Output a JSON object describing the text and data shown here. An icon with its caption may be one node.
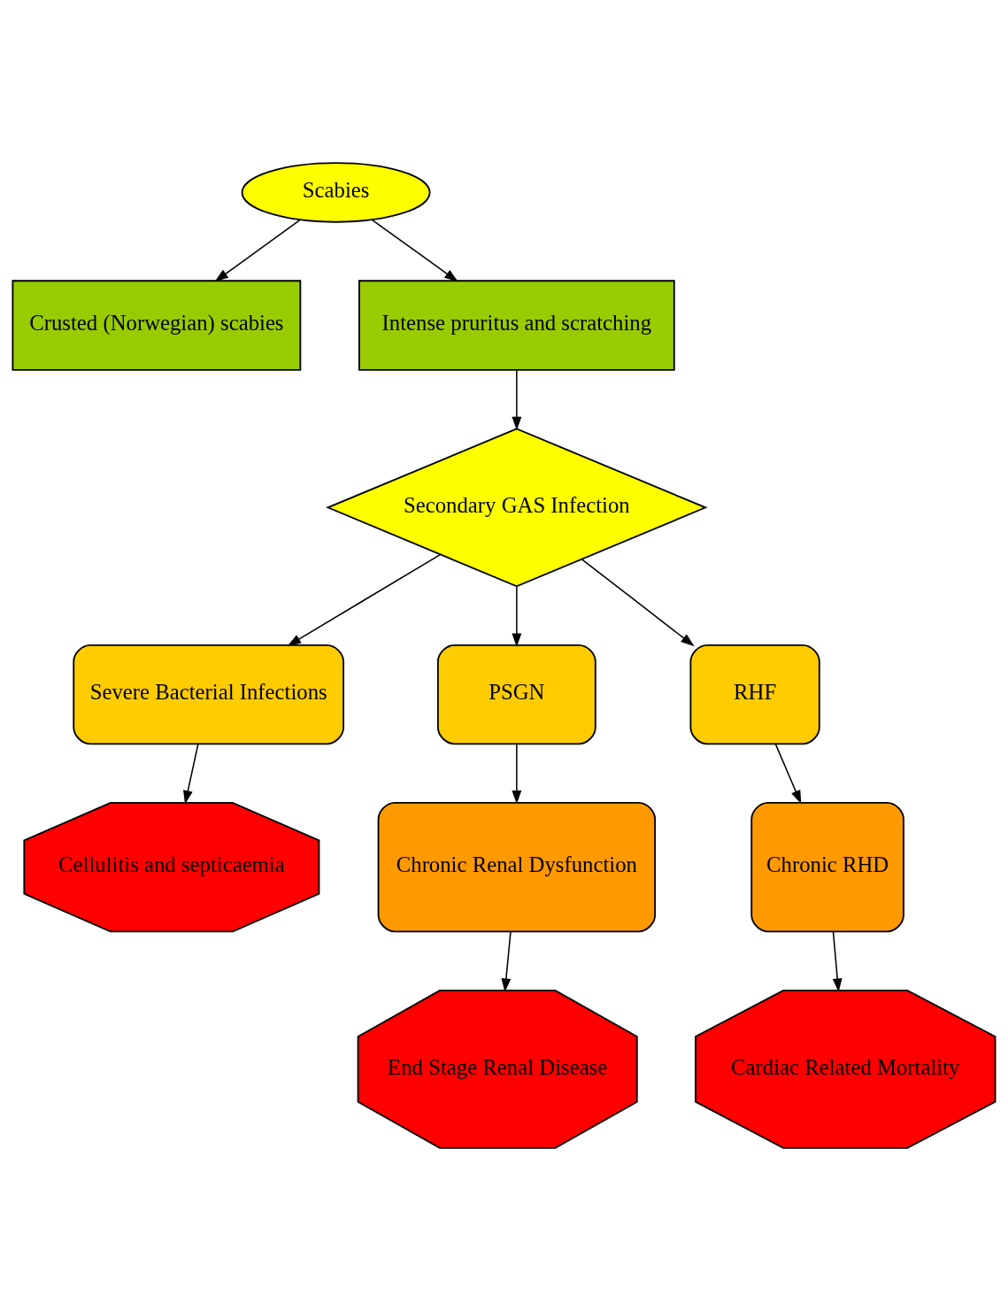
{
  "diagram": {
    "nodes": [
      {
        "text": [
          "Scabies"
        ]
      },
      {
        "text": [
          "Crusted (Norwegian) scabies"
        ]
      },
      {
        "text": [
          "Intense pruritus and scratching"
        ]
      },
      {
        "text": [
          "Secondary GAS Infection"
        ]
      },
      {
        "text": [
          "Severe Bacterial Infections"
        ]
      },
      {
        "text": [
          "PSGN"
        ]
      },
      {
        "text": [
          "RHF"
        ]
      },
      {
        "text": [
          "Cellulitis and septicaemia"
        ]
      },
      {
        "text": [
          "Chronic Renal Dysfunction"
        ]
      },
      {
        "text": [
          "Chronic RHD"
        ]
      },
      {
        "text": [
          "End Stage Renal Disease"
        ]
      },
      {
        "text": [
          "Cardiac Related Mortality"
        ]
      }
    ],
    "edges": [
      {
        "from": 0,
        "to": 1,
        "arrow": "to"
      },
      {
        "from": 0,
        "to": 2,
        "arrow": "to"
      },
      {
        "from": 2,
        "to": 3,
        "arrow": "to"
      },
      {
        "from": 3,
        "to": 4,
        "arrow": "to"
      },
      {
        "from": 3,
        "to": 5,
        "arrow": "to"
      },
      {
        "from": 3,
        "to": 6,
        "arrow": "to"
      },
      {
        "from": 4,
        "to": 7,
        "arrow": "to"
      },
      {
        "from": 5,
        "to": 8,
        "arrow": "to"
      },
      {
        "from": 6,
        "to": 9,
        "arrow": "to"
      },
      {
        "from": 8,
        "to": 10,
        "arrow": "to"
      },
      {
        "from": 9,
        "to": 11,
        "arrow": "to"
      }
    ]
  }
}
